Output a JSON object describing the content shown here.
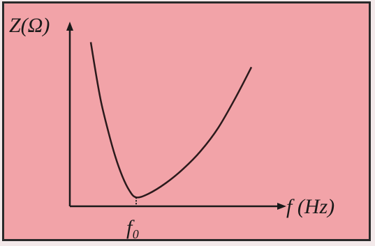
{
  "colors": {
    "background": "#f2a3a8",
    "border": "#2a2a2a",
    "ink": "#1a1a1a",
    "curve": "#2b1a1c"
  },
  "chart_data": {
    "type": "line",
    "title": "",
    "ylabel": "Z(Ω)",
    "xlabel": "f (Hz)",
    "x_tick_labels": [
      "f₀"
    ],
    "resonance_marker": "f₀",
    "series": [
      {
        "points": [
          [
            0.12,
            0.92
          ],
          [
            0.15,
            0.74
          ],
          [
            0.18,
            0.58
          ],
          [
            0.22,
            0.42
          ],
          [
            0.26,
            0.28
          ],
          [
            0.3,
            0.17
          ],
          [
            0.34,
            0.09
          ],
          [
            0.38,
            0.05
          ],
          [
            0.45,
            0.07
          ],
          [
            0.55,
            0.13
          ],
          [
            0.65,
            0.21
          ],
          [
            0.75,
            0.31
          ],
          [
            0.85,
            0.44
          ],
          [
            0.95,
            0.61
          ],
          [
            1.04,
            0.78
          ]
        ]
      }
    ],
    "xlim": [
      0,
      1.2
    ],
    "ylim": [
      0,
      1.0
    ],
    "grid": false
  }
}
